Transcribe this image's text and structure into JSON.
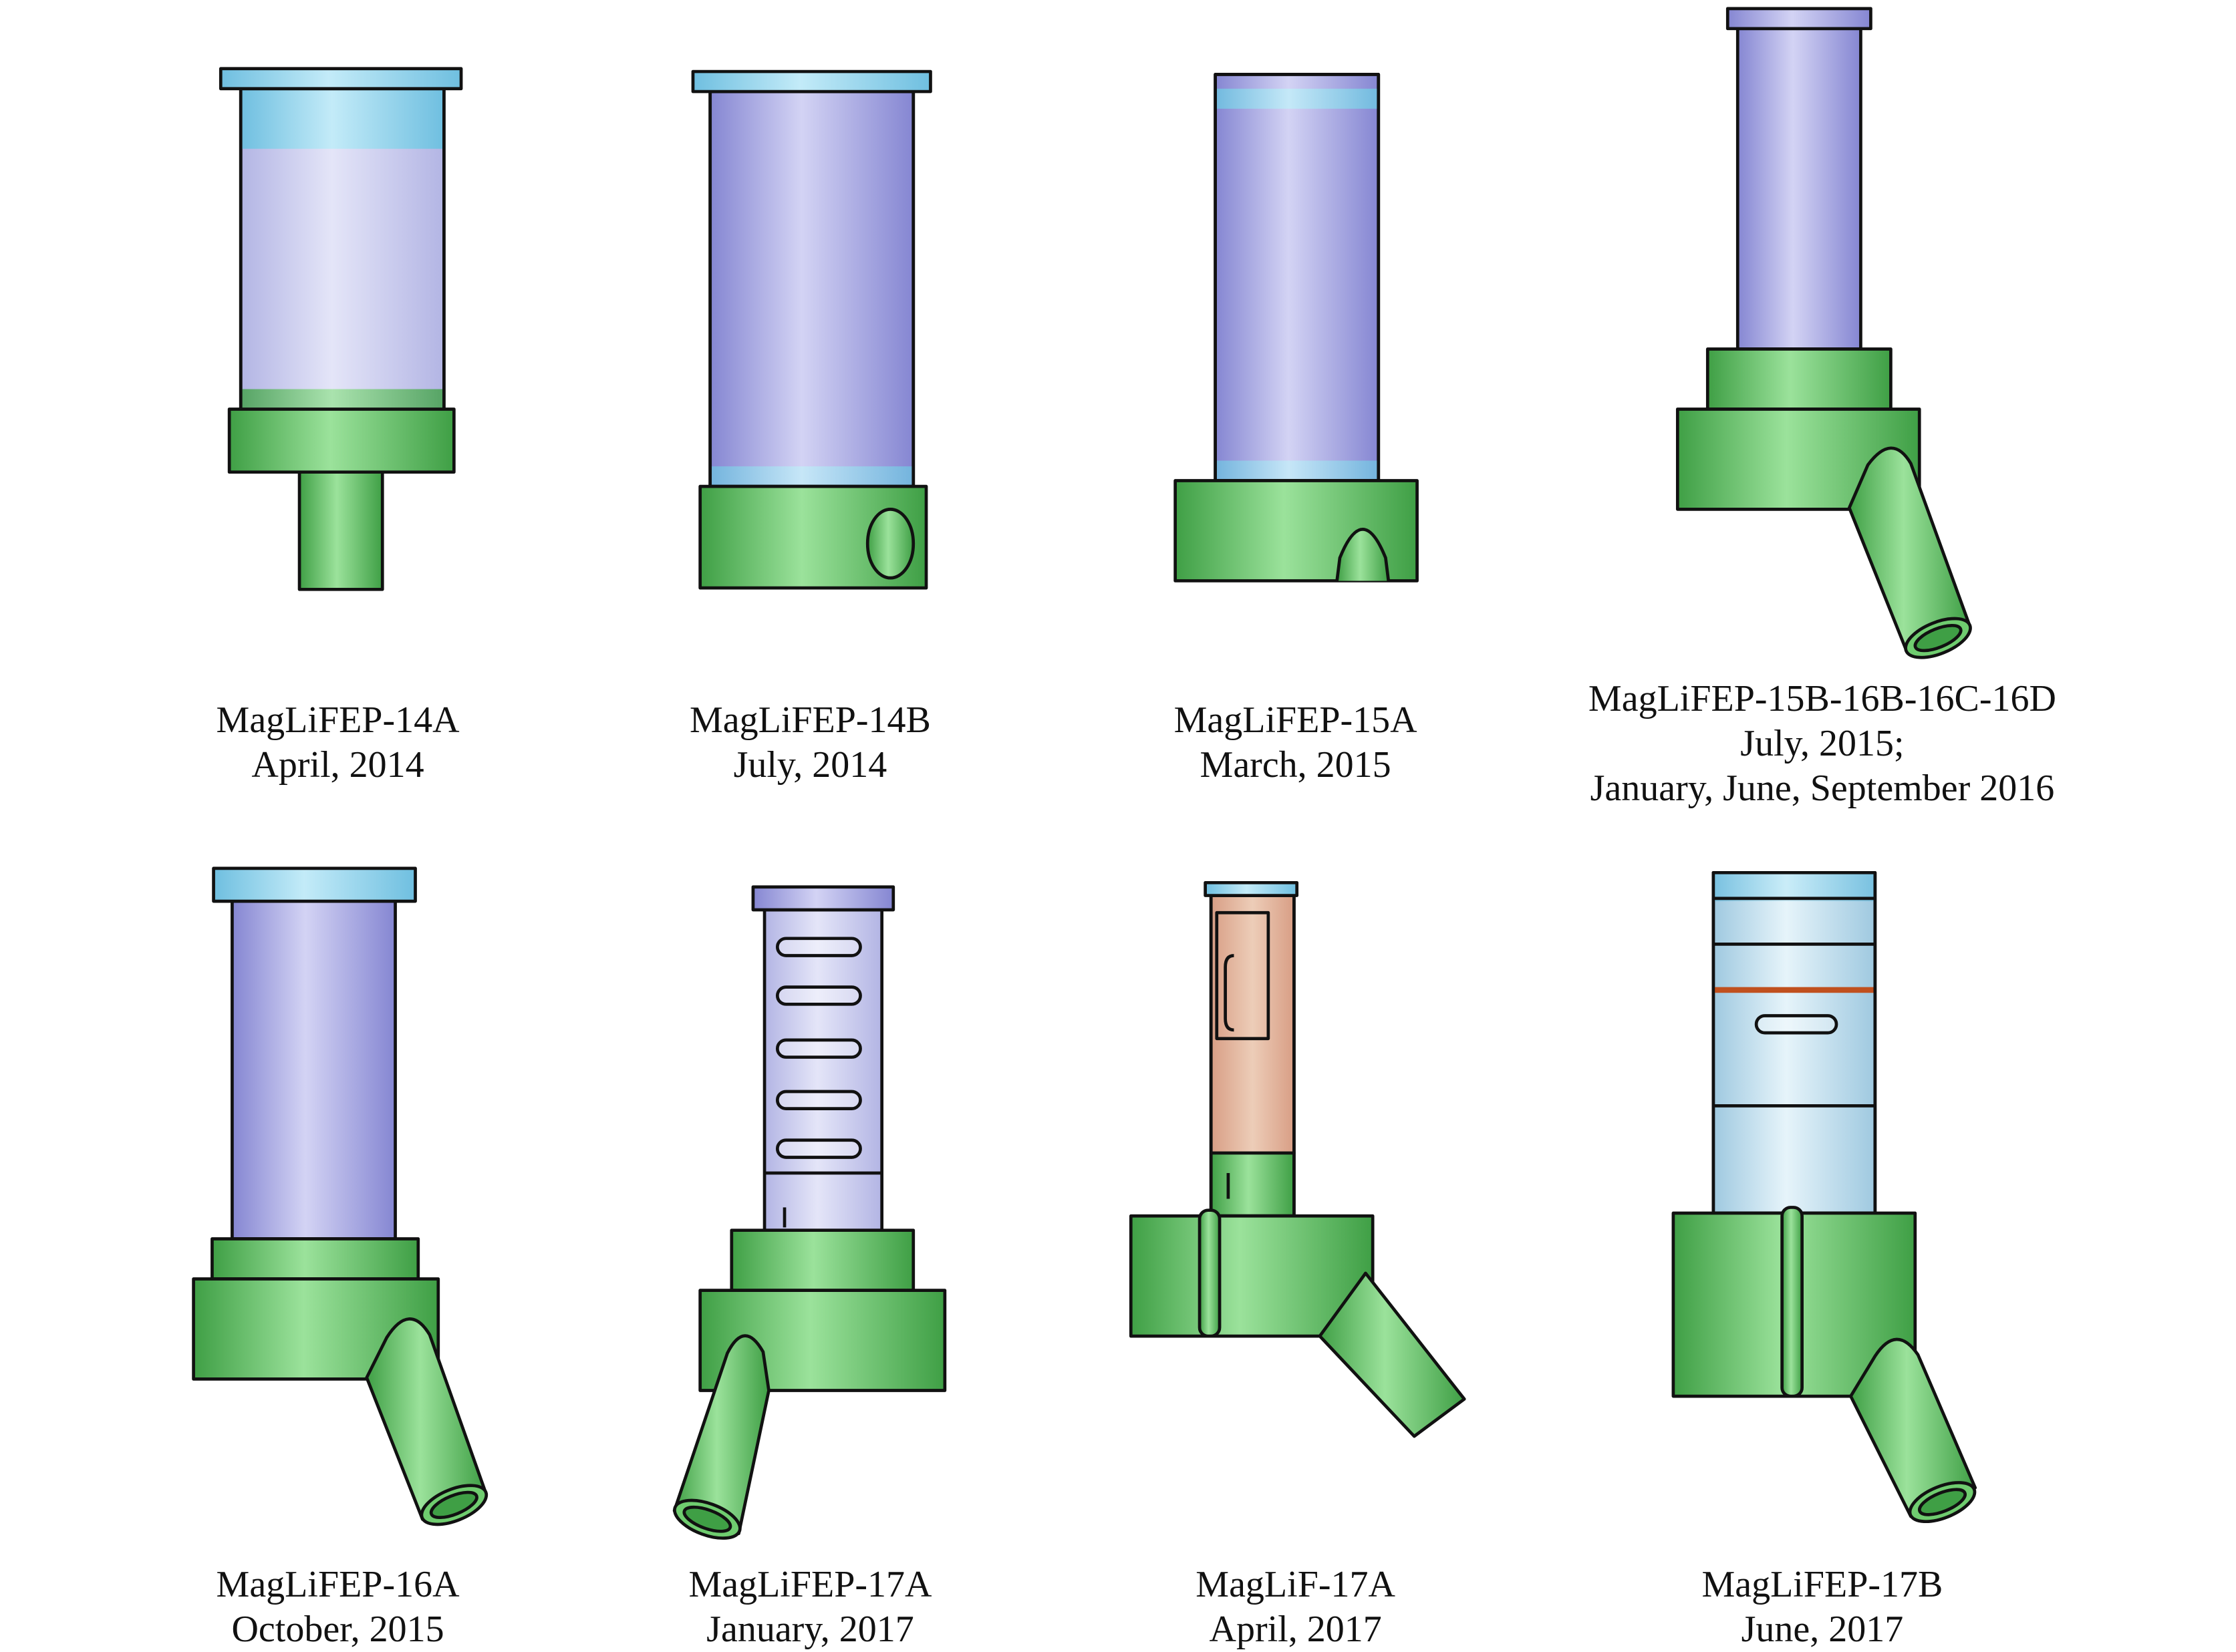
{
  "colors": {
    "green": "#4fbf55",
    "green_light": "#8fdc8f",
    "green_dark": "#3f9f45",
    "purple_tube": "#9e9fe0",
    "purple_light": "#c9c9f0",
    "cyan_cap": "#8fd3ec",
    "lavender_clear": "#c6c8ec",
    "peach_insert": "#e2b49a",
    "orange_ring": "#c0501e",
    "outline": "#111111"
  },
  "items": [
    {
      "name": "MagLiFEP-14A",
      "date_lines": [
        "April, 2014"
      ]
    },
    {
      "name": "MagLiFEP-14B",
      "date_lines": [
        "July, 2014"
      ]
    },
    {
      "name": "MagLiFEP-15A",
      "date_lines": [
        "March, 2015"
      ]
    },
    {
      "name": "MagLiFEP-15B-16B-16C-16D",
      "date_lines": [
        "July, 2015;",
        "January, June, September 2016"
      ]
    },
    {
      "name": "MagLiFEP-16A",
      "date_lines": [
        "October, 2015"
      ]
    },
    {
      "name": "MagLiFEP-17A",
      "date_lines": [
        "January, 2017"
      ]
    },
    {
      "name": "MagLiF-17A",
      "date_lines": [
        "April, 2017"
      ]
    },
    {
      "name": "MagLiFEP-17B",
      "date_lines": [
        "June, 2017"
      ]
    }
  ]
}
